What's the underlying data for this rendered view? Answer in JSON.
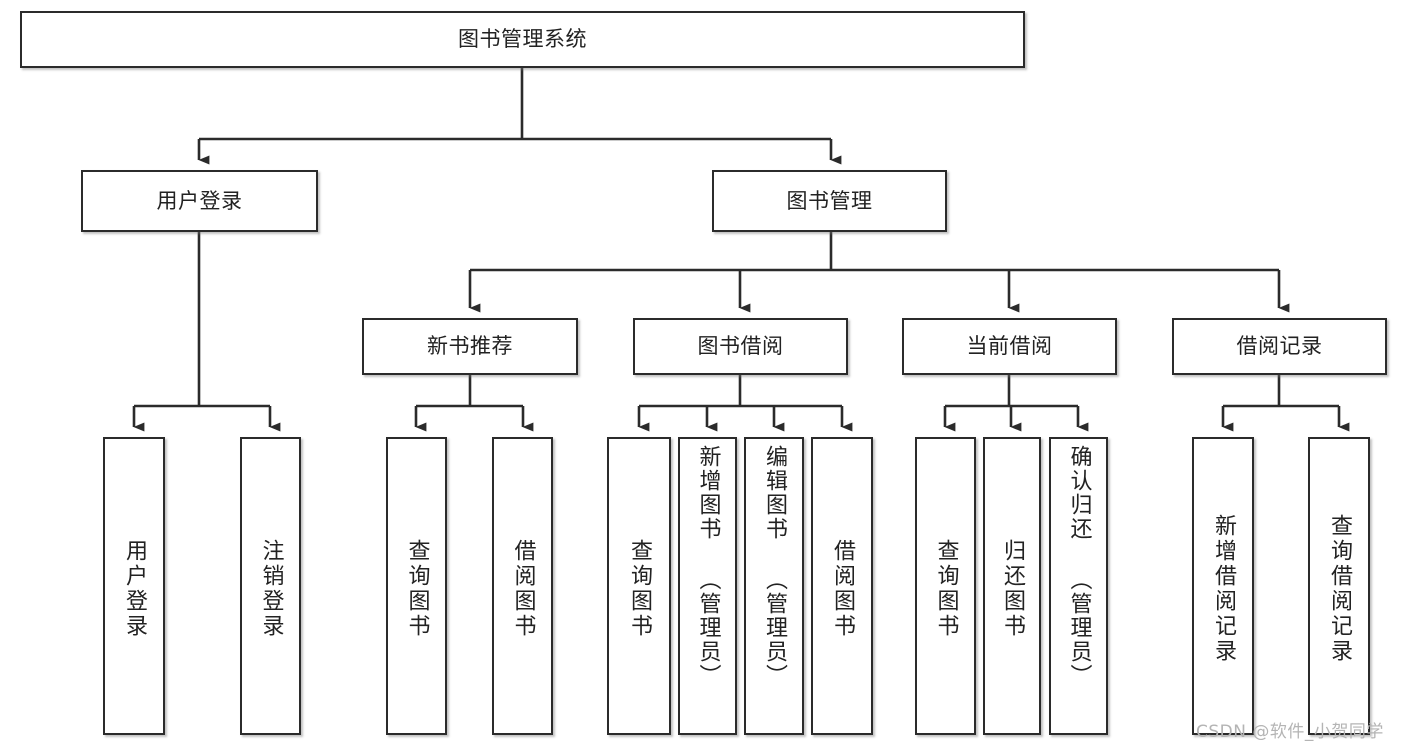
{
  "diagram": {
    "title": "图书管理系统",
    "type": "hierarchy-tree",
    "root": {
      "label": "图书管理系统"
    },
    "level2": [
      {
        "id": "user-login",
        "label": "用户登录"
      },
      {
        "id": "book-manage",
        "label": "图书管理"
      }
    ],
    "level3": [
      {
        "id": "new-book-rec",
        "label": "新书推荐"
      },
      {
        "id": "book-borrow",
        "label": "图书借阅"
      },
      {
        "id": "current-borrow",
        "label": "当前借阅"
      },
      {
        "id": "borrow-record",
        "label": "借阅记录"
      }
    ],
    "leaves": {
      "user_login": [
        {
          "id": "leaf-user-login",
          "label": "用户登录"
        },
        {
          "id": "leaf-logout",
          "label": "注销登录"
        }
      ],
      "new_book_rec": [
        {
          "id": "leaf-query-book-1",
          "label": "查询图书"
        },
        {
          "id": "leaf-borrow-book-1",
          "label": "借阅图书"
        }
      ],
      "book_borrow": [
        {
          "id": "leaf-query-book-2",
          "label": "查询图书"
        },
        {
          "id": "leaf-add-book",
          "label": "新增图书\n（管理员）"
        },
        {
          "id": "leaf-edit-book",
          "label": "编辑图书\n（管理员）"
        },
        {
          "id": "leaf-borrow-book-2",
          "label": "借阅图书"
        }
      ],
      "current_borrow": [
        {
          "id": "leaf-query-book-3",
          "label": "查询图书"
        },
        {
          "id": "leaf-return-book",
          "label": "归还图书"
        },
        {
          "id": "leaf-confirm-return",
          "label": "确认归还\n（管理员）"
        }
      ],
      "borrow_record": [
        {
          "id": "leaf-add-record",
          "label": "新增借阅记录"
        },
        {
          "id": "leaf-query-record",
          "label": "查询借阅记录"
        }
      ]
    },
    "watermark": "CSDN @软件_小贺同学",
    "colors": {
      "border": "#2b2b2b",
      "background": "#ffffff",
      "text": "#222222",
      "watermark": "#b4b4b4"
    }
  }
}
